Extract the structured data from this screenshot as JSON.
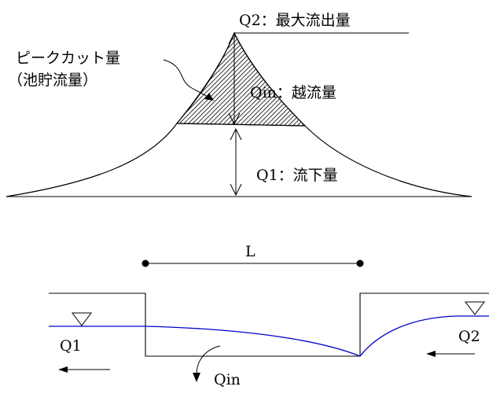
{
  "hydrograph": {
    "q2_label": "Q2：最大流出量",
    "qin_label": "Qin：越流量",
    "q1_label": "Q1：流下量",
    "peak_cut_label_line1": "ピークカット量",
    "peak_cut_label_line2": "（池貯流量）"
  },
  "weir_section": {
    "length_label": "L",
    "q1_label": "Q1",
    "q2_label": "Q2",
    "qin_label": "Qin"
  },
  "colors": {
    "water_surface": "#0000cc",
    "line": "#000000"
  }
}
